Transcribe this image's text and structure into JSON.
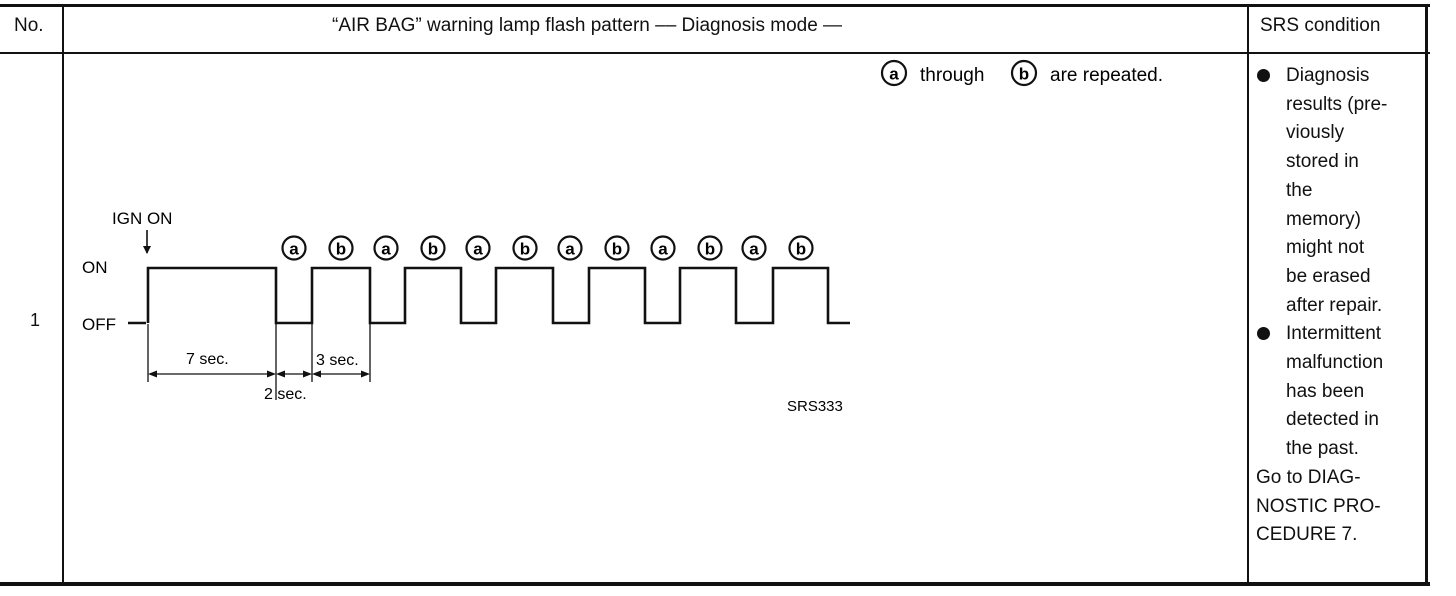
{
  "header": {
    "no": "No.",
    "pattern": "“AIR BAG” warning lamp flash pattern –– Diagnosis mode —",
    "condition": "SRS condition"
  },
  "row": {
    "number": "1",
    "diagram": {
      "repeat_a": "a",
      "repeat_through": "through",
      "repeat_b": "b",
      "repeat_tail": "are repeated.",
      "ign_on": "IGN ON",
      "on_label": "ON",
      "off_label": "OFF",
      "pulse_labels": [
        "a",
        "b",
        "a",
        "b",
        "a",
        "b",
        "a",
        "b",
        "a",
        "b",
        "a",
        "b"
      ],
      "dim_7": "7 sec.",
      "dim_2": "2 sec.",
      "dim_3": "3 sec.",
      "figure_id": "SRS333"
    },
    "condition": {
      "bullets": [
        "Diagnosis\nresults (pre-\nviously\nstored in\nthe\nmemory)\nmight not\nbe erased\nafter repair.",
        "Intermittent\nmalfunction\nhas been\ndetected in\nthe past."
      ],
      "footnote": "Go to DIAG-\nNOSTIC PRO-\nCEDURE 7."
    }
  }
}
